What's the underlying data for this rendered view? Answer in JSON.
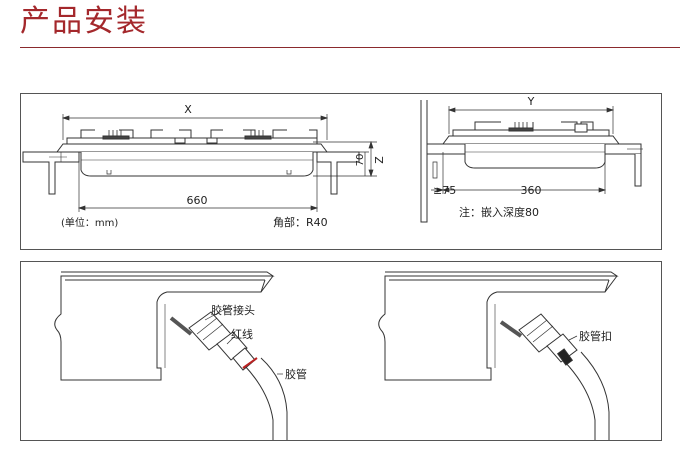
{
  "title": "产品安装",
  "top_left": {
    "dim_x": "X",
    "dim_width": "660",
    "dim_height": "70",
    "dim_z": "Z",
    "unit": "(单位：mm)",
    "corner": "角部：R40"
  },
  "top_right": {
    "dim_y": "Y",
    "dim_clearance": "≥75",
    "dim_depth": "360",
    "note": "注：嵌入深度80"
  },
  "bottom_left": {
    "label_connector": "胶管接头",
    "label_redline": "红线",
    "label_hose": "胶管"
  },
  "bottom_right": {
    "label_clamp": "胶管扣"
  },
  "colors": {
    "title": "#a4282c",
    "rule": "#8a2a2d",
    "line": "#333333"
  }
}
